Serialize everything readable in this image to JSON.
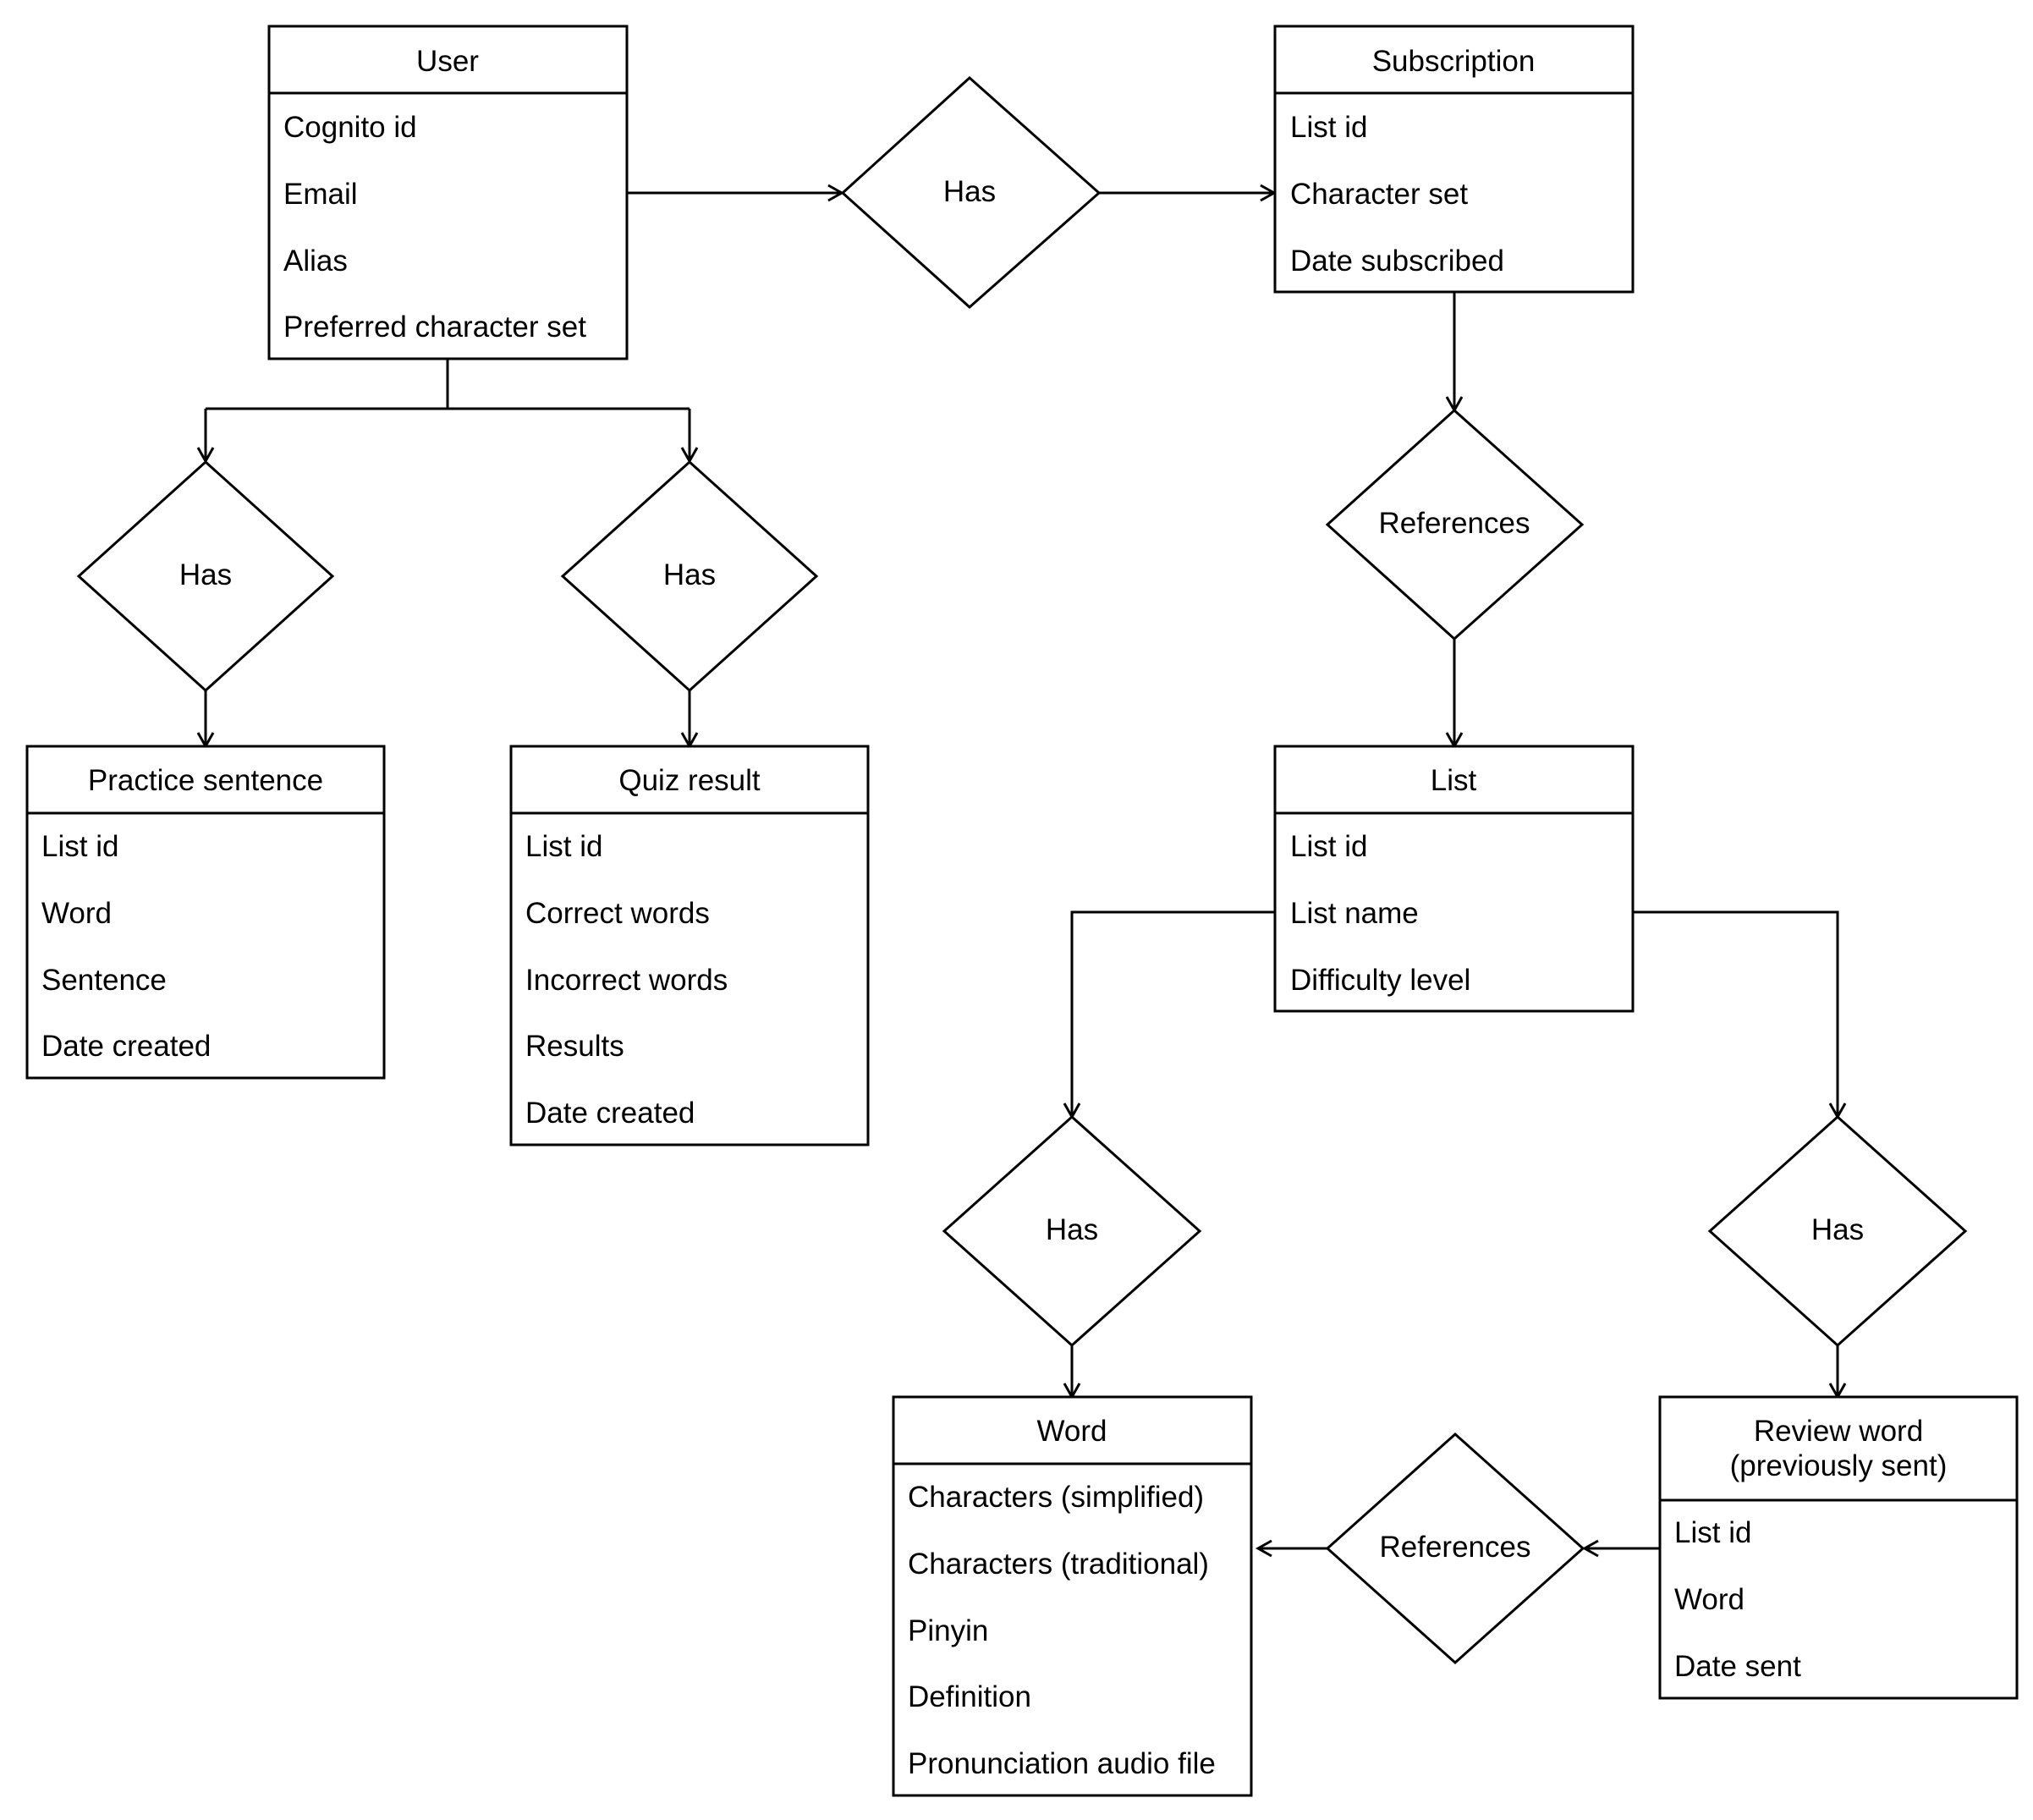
{
  "diagram": {
    "entities": {
      "user": {
        "title": "User",
        "attributes": [
          "Cognito id",
          "Email",
          "Alias",
          "Preferred character set"
        ]
      },
      "subscription": {
        "title": "Subscription",
        "attributes": [
          "List id",
          "Character set",
          "Date subscribed"
        ]
      },
      "practice_sentence": {
        "title": "Practice sentence",
        "attributes": [
          "List id",
          "Word",
          "Sentence",
          "Date created"
        ]
      },
      "quiz_result": {
        "title": "Quiz result",
        "attributes": [
          "List id",
          "Correct words",
          "Incorrect words",
          "Results",
          "Date created"
        ]
      },
      "list": {
        "title": "List",
        "attributes": [
          "List id",
          "List name",
          "Difficulty level"
        ]
      },
      "word": {
        "title": "Word",
        "attributes": [
          "Characters (simplified)",
          "Characters (traditional)",
          "Pinyin",
          "Definition",
          "Pronunciation audio file"
        ]
      },
      "review_word": {
        "title_lines": [
          "Review word",
          "(previously sent)"
        ],
        "attributes": [
          "List id",
          "Word",
          "Date sent"
        ]
      }
    },
    "relationships": {
      "user_has_subscription": "Has",
      "user_has_practice": "Has",
      "user_has_quiz": "Has",
      "subscription_references_list": "References",
      "list_has_word": "Has",
      "list_has_review": "Has",
      "review_references_word": "References"
    }
  }
}
